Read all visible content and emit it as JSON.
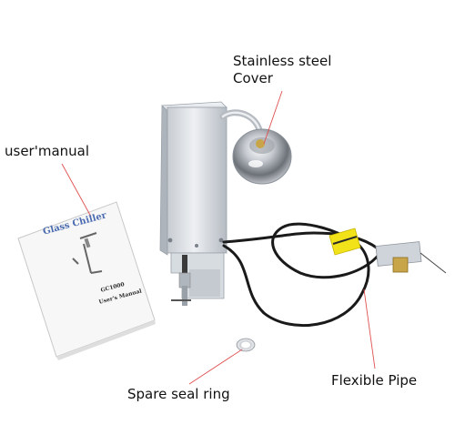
{
  "callouts": {
    "cover_line1": "Stainless steel",
    "cover_line2": "Cover",
    "manual": "user'manual",
    "seal_ring": "Spare seal ring",
    "pipe": "Flexible Pipe"
  },
  "manual_cover": {
    "title": "Glass Chiller",
    "model": "GC1000",
    "subtitle": "User's Manual"
  },
  "colors": {
    "background": "#ffffff",
    "leader_line": "#e05050",
    "aluminum": "#d9dde2",
    "steel": "#b8bcc2",
    "cable": "#1a1a1a",
    "tag": "#f2e21a",
    "brass": "#c9a54a"
  }
}
